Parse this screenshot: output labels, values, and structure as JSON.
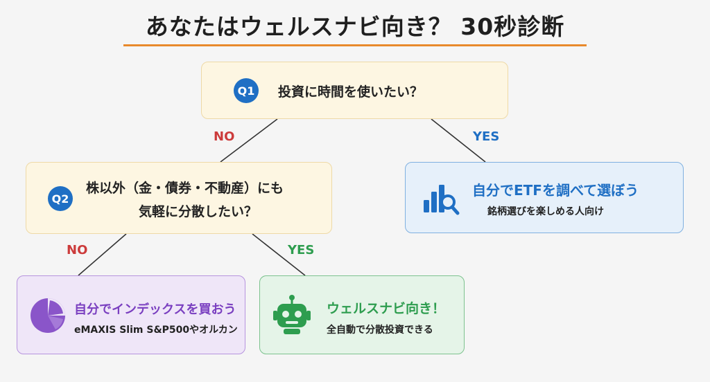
{
  "title": "あなたはウェルスナビ向き？ 30秒診断",
  "q1": {
    "badge": "Q1",
    "text": "投資に時間を使いたい？"
  },
  "q2": {
    "badge": "Q2",
    "line1": "株以外（金・債券・不動産）にも",
    "line2": "気軽に分散したい？"
  },
  "branches": {
    "q1_no": "NO",
    "q1_yes": "YES",
    "q2_no": "NO",
    "q2_yes": "YES"
  },
  "results": {
    "etf": {
      "title": "自分でETFを調べて選ぼう",
      "subtitle": "銘柄選びを楽しめる人向け",
      "icon": "chart-magnifier-icon"
    },
    "index": {
      "title": "自分でインデックスを買おう",
      "subtitle": "eMAXIS Slim S&P500やオルカン",
      "icon": "pie-chart-icon"
    },
    "wealthnavi": {
      "title": "ウェルスナビ向き！",
      "subtitle": "全自動で分散投資できる",
      "icon": "robot-icon"
    }
  },
  "colors": {
    "accent_orange": "#e8892b",
    "badge_blue": "#1f6fc4",
    "no_red": "#cc3b3b",
    "yes_green": "#2e9d4f",
    "purple": "#8a55c9"
  }
}
